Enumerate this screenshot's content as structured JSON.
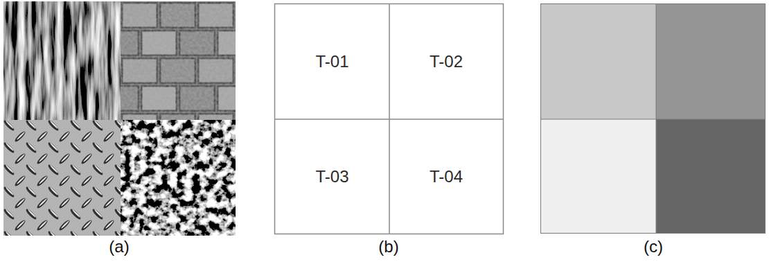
{
  "diagram": {
    "nodes": [
      {
        "text": [
          "T-01"
        ]
      },
      {
        "text": [
          "T-02"
        ]
      },
      {
        "text": [
          "T-03"
        ]
      },
      {
        "text": [
          "T-04"
        ]
      }
    ],
    "labels": [
      "(a)",
      "(b)",
      "(c)"
    ]
  }
}
